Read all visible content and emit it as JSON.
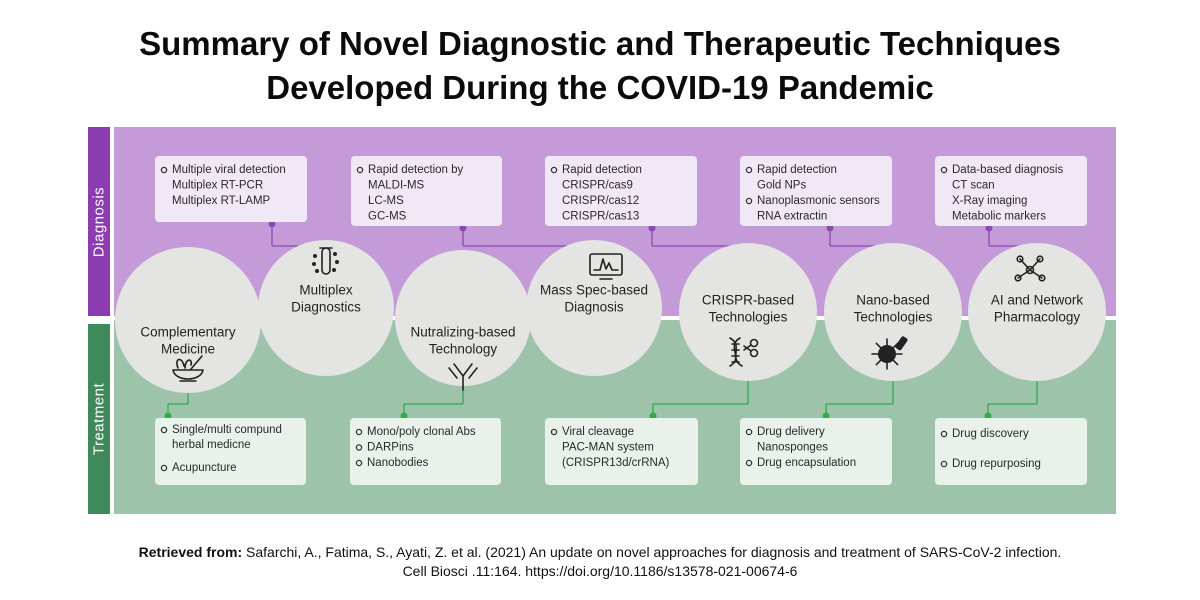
{
  "title": {
    "line1": "Summary of Novel Diagnostic and Therapeutic Techniques",
    "line2": "Developed During the COVID-19 Pandemic"
  },
  "colors": {
    "diagnosis_band": "#c59ad8",
    "diagnosis_bar": "#8a3cb0",
    "treatment_band": "#9dc4ab",
    "treatment_bar": "#3f8a5c",
    "circle_fill": "#e4e4e2",
    "diag_box": "#f1e8f6",
    "treat_box": "#e8f1ea",
    "diag_connector": "#8b4ab1",
    "treat_connector": "#2fab4a"
  },
  "bands": {
    "diagnosis_label": "Diagnosis",
    "treatment_label": "Treatment"
  },
  "diagnosis_boxes": [
    {
      "name": "multiplex",
      "lines": [
        {
          "bullet": true,
          "text": "Multiple viral detection"
        },
        {
          "bullet": false,
          "text": "Multiplex RT-PCR"
        },
        {
          "bullet": false,
          "text": "Multiplex RT-LAMP"
        }
      ]
    },
    {
      "name": "mass-spec",
      "lines": [
        {
          "bullet": true,
          "text": "Rapid detection by"
        },
        {
          "bullet": false,
          "text": "MALDI-MS"
        },
        {
          "bullet": false,
          "text": "LC-MS"
        },
        {
          "bullet": false,
          "text": "GC-MS"
        }
      ]
    },
    {
      "name": "crispr",
      "lines": [
        {
          "bullet": true,
          "text": "Rapid detection"
        },
        {
          "bullet": false,
          "text": "CRISPR/cas9"
        },
        {
          "bullet": false,
          "text": "CRISPR/cas12"
        },
        {
          "bullet": false,
          "text": "CRISPR/cas13"
        }
      ]
    },
    {
      "name": "nano",
      "lines": [
        {
          "bullet": true,
          "text": "Rapid detection"
        },
        {
          "bullet": false,
          "text": "Gold NPs"
        },
        {
          "bullet": true,
          "text": "Nanoplasmonic sensors"
        },
        {
          "bullet": false,
          "text": "RNA extractin"
        }
      ]
    },
    {
      "name": "ai",
      "lines": [
        {
          "bullet": true,
          "text": "Data-based diagnosis"
        },
        {
          "bullet": false,
          "text": "CT scan"
        },
        {
          "bullet": false,
          "text": "X-Ray imaging"
        },
        {
          "bullet": false,
          "text": "Metabolic markers"
        }
      ]
    }
  ],
  "circles": [
    {
      "name": "multiplex-diagnostics",
      "lines": [
        "Multiplex",
        "Diagnostics"
      ],
      "icon": "test-tube-icon"
    },
    {
      "name": "mass-spec-diagnosis",
      "lines": [
        "Mass Spec-based",
        "Diagnosis"
      ],
      "icon": "spectrum-monitor-icon"
    },
    {
      "name": "crispr-technologies",
      "lines": [
        "CRISPR-based",
        "Technologies"
      ],
      "icon": "dna-scissors-icon"
    },
    {
      "name": "nano-technologies",
      "lines": [
        "Nano-based",
        "Technologies"
      ],
      "icon": "nanoparticle-icon"
    },
    {
      "name": "ai-network-pharmacology",
      "lines": [
        "AI and Network",
        "Pharmacology"
      ],
      "icon": "network-icon"
    },
    {
      "name": "complementary-medicine",
      "lines": [
        "Complementary",
        "Medicine"
      ],
      "icon": "mortar-herbs-icon"
    },
    {
      "name": "neutralizing-technology",
      "lines": [
        "Nutralizing-based",
        "Technology"
      ],
      "icon": "antibody-icon"
    }
  ],
  "treatment_boxes": [
    {
      "name": "herbal",
      "lines": [
        {
          "bullet": true,
          "text": "Single/multi compund"
        },
        {
          "bullet": false,
          "text": "herbal medicne"
        },
        {
          "bullet": true,
          "text": "Acupuncture"
        }
      ]
    },
    {
      "name": "antibodies",
      "lines": [
        {
          "bullet": true,
          "text": "Mono/poly clonal Abs"
        },
        {
          "bullet": true,
          "text": "DARPins"
        },
        {
          "bullet": true,
          "text": "Nanobodies"
        }
      ]
    },
    {
      "name": "viral-cleavage",
      "lines": [
        {
          "bullet": true,
          "text": "Viral cleavage"
        },
        {
          "bullet": false,
          "text": "PAC-MAN system"
        },
        {
          "bullet": false,
          "text": "(CRISPR13d/crRNA)"
        }
      ]
    },
    {
      "name": "drug-delivery",
      "lines": [
        {
          "bullet": true,
          "text": "Drug delivery"
        },
        {
          "bullet": false,
          "text": "Nanosponges"
        },
        {
          "bullet": true,
          "text": "Drug encapsulation"
        }
      ]
    },
    {
      "name": "drug-discovery",
      "lines": [
        {
          "bullet": true,
          "text": "Drug discovery"
        },
        {
          "bullet": true,
          "text": "Drug repurposing"
        }
      ]
    }
  ],
  "citation": {
    "label": "Retrieved from:",
    "line1": " Safarchi, A., Fatima, S., Ayati, Z. et al. (2021) An update on novel approaches for diagnosis and treatment of SARS-CoV-2 infection.",
    "line2": "Cell Biosci .11:164. https://doi.org/10.1186/s13578-021-00674-6"
  }
}
